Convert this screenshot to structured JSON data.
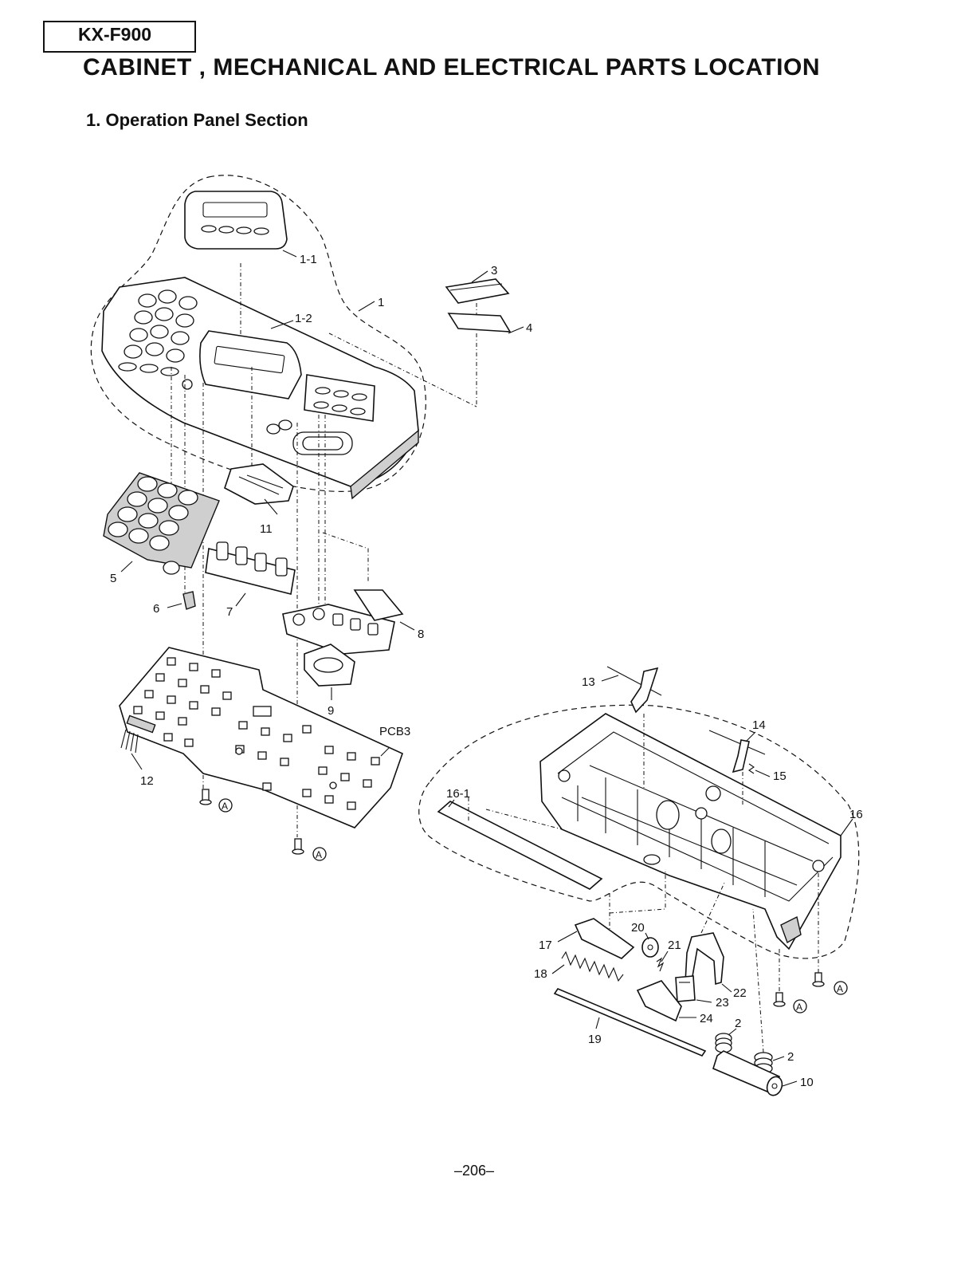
{
  "header": {
    "model": "KX-F900",
    "title": "CABINET , MECHANICAL AND ELECTRICAL PARTS LOCATION",
    "section": "1. Operation Panel Section"
  },
  "callouts": {
    "p1": "1",
    "p1_1": "1-1",
    "p1_2": "1-2",
    "p2a": "2",
    "p2b": "2",
    "p3": "3",
    "p4": "4",
    "p5": "5",
    "p6": "6",
    "p7": "7",
    "p8": "8",
    "p9": "9",
    "p10": "10",
    "p11": "11",
    "p12": "12",
    "p13": "13",
    "p14": "14",
    "p15": "15",
    "p16": "16",
    "p16_1": "16-1",
    "p17": "17",
    "p18": "18",
    "p19": "19",
    "p20": "20",
    "p21": "21",
    "p22": "22",
    "p23": "23",
    "p24": "24",
    "pcb3": "PCB3",
    "screw_ref": "A"
  },
  "footer": {
    "page_number": "–206–"
  }
}
